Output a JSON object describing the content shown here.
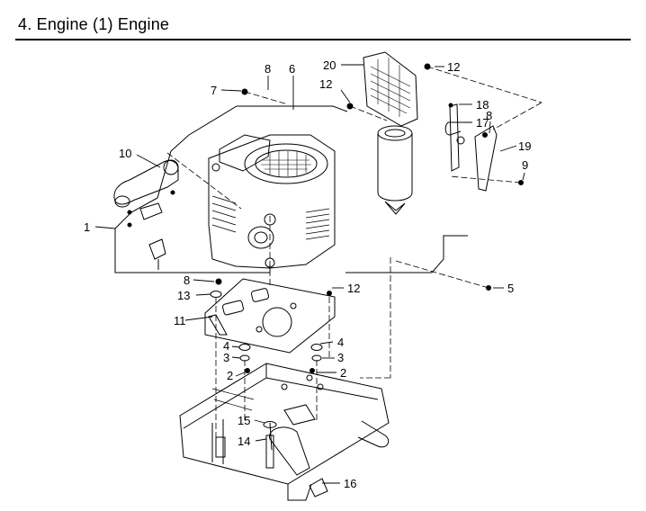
{
  "header": {
    "title": "4. Engine (1) Engine"
  },
  "callouts": [
    {
      "id": "c1",
      "label": "1"
    },
    {
      "id": "c2a",
      "label": "2"
    },
    {
      "id": "c2b",
      "label": "2"
    },
    {
      "id": "c3a",
      "label": "3"
    },
    {
      "id": "c3b",
      "label": "3"
    },
    {
      "id": "c4a",
      "label": "4"
    },
    {
      "id": "c4b",
      "label": "4"
    },
    {
      "id": "c5",
      "label": "5"
    },
    {
      "id": "c6",
      "label": "6"
    },
    {
      "id": "c7",
      "label": "7"
    },
    {
      "id": "c8a",
      "label": "8"
    },
    {
      "id": "c8b",
      "label": "8"
    },
    {
      "id": "c8c",
      "label": "8"
    },
    {
      "id": "c9",
      "label": "9"
    },
    {
      "id": "c10",
      "label": "10"
    },
    {
      "id": "c11",
      "label": "11"
    },
    {
      "id": "c12a",
      "label": "12"
    },
    {
      "id": "c12b",
      "label": "12"
    },
    {
      "id": "c12c",
      "label": "12"
    },
    {
      "id": "c13",
      "label": "13"
    },
    {
      "id": "c14",
      "label": "14"
    },
    {
      "id": "c15",
      "label": "15"
    },
    {
      "id": "c16",
      "label": "16"
    },
    {
      "id": "c17",
      "label": "17"
    },
    {
      "id": "c18",
      "label": "18"
    },
    {
      "id": "c19",
      "label": "19"
    },
    {
      "id": "c20",
      "label": "20"
    }
  ]
}
